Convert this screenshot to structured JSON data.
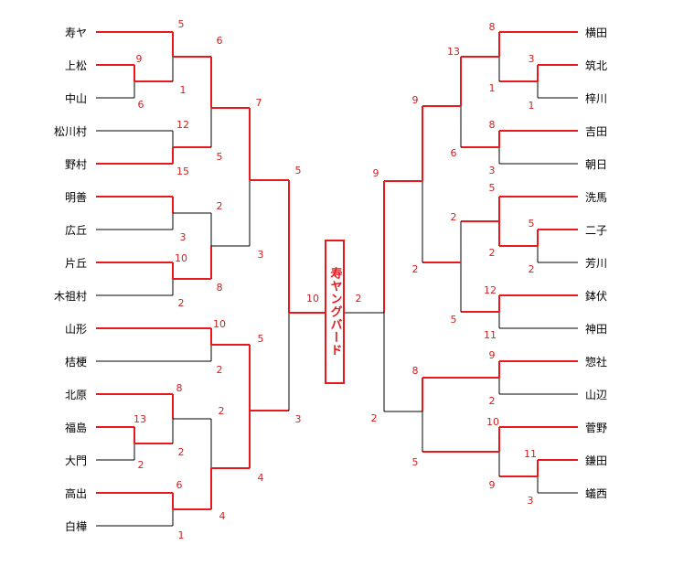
{
  "champion": "寿ヤングバード",
  "left_teams": [
    "寿ヤ",
    "上松",
    "中山",
    "松川村",
    "野村",
    "明善",
    "広丘",
    "片丘",
    "木祖村",
    "山形",
    "桔梗",
    "北原",
    "福島",
    "大門",
    "高出",
    "白樺"
  ],
  "right_teams": [
    "横田",
    "筑北",
    "梓川",
    "吉田",
    "朝日",
    "洗馬",
    "二子",
    "芳川",
    "鉢伏",
    "神田",
    "惣社",
    "山辺",
    "菅野",
    "鎌田",
    "蟻西"
  ],
  "left_scores": [
    "5",
    "6",
    "9",
    "1",
    "6",
    "12",
    "5",
    "15",
    "7",
    "5",
    "2",
    "3",
    "3",
    "10",
    "8",
    "2",
    "10",
    "5",
    "2",
    "3",
    "8",
    "13",
    "2",
    "2",
    "2",
    "6",
    "4",
    "4",
    "1",
    "10"
  ],
  "right_scores": [
    "8",
    "13",
    "3",
    "1",
    "1",
    "9",
    "8",
    "6",
    "3",
    "9",
    "5",
    "2",
    "5",
    "2",
    "2",
    "2",
    "12",
    "5",
    "11",
    "2",
    "9",
    "8",
    "2",
    "10",
    "11",
    "5",
    "9",
    "3",
    "2"
  ],
  "colors": {
    "winner_line": "#e8181c",
    "loser_line": "#000000",
    "score": "#d42020"
  }
}
